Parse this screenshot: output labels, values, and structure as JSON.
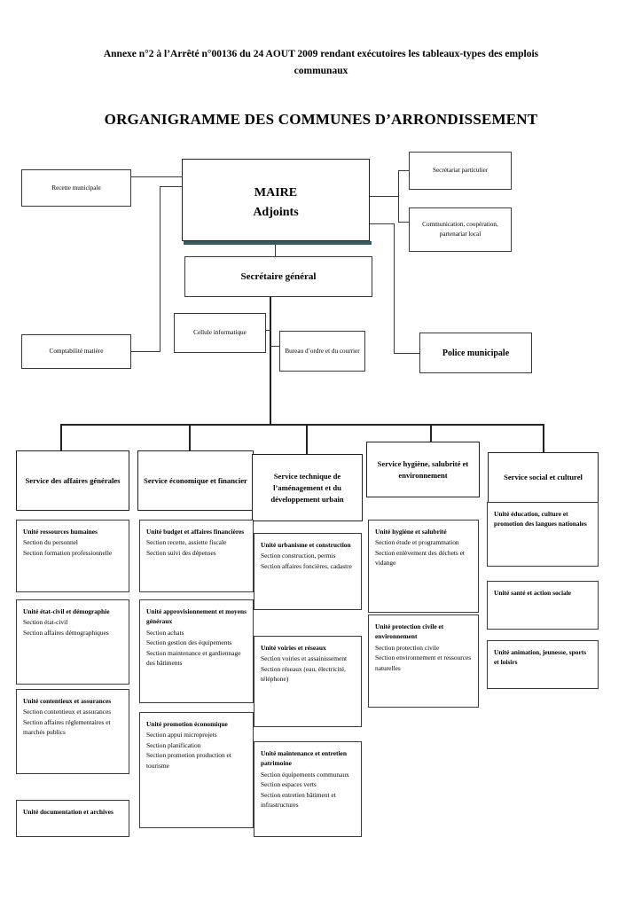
{
  "document": {
    "subtitle": "Annexe n°2 à l’Arrêté n°00136 du 24 AOUT 2009 rendant exécutoires les tableaux-types des emplois communaux",
    "title": "ORGANIGRAMME DES COMMUNES D’ARRONDISSEMENT"
  },
  "colors": {
    "shadow_teal": "#2e5c61",
    "box_border": "#3a3a3a",
    "text": "#000000",
    "page_background": "#ffffff"
  },
  "top": {
    "maire": "MAIRE",
    "adjoints": "Adjoints",
    "recette_municipale": "Recette municipale",
    "secretariat_particulier": "Secrétariat particulier",
    "communication": "Communication, coopération, partenariat local",
    "secretaire_general": "Secrétaire général",
    "cellule_informatique": "Cellule informatique",
    "bureau_ordre": "Bureau d’ordre et du courrier",
    "comptabilite_matiere": "Comptabilité matière",
    "police_municipale": "Police municipale"
  },
  "services": [
    {
      "name": "Service des affaires générales"
    },
    {
      "name": "Service économique et financier"
    },
    {
      "name": "Service technique de l’aménagement et du développement urbain"
    },
    {
      "name": "Service hygiène, salubrité et environnement"
    },
    {
      "name": "Service social et culturel"
    }
  ],
  "units": {
    "affaires_generales": [
      {
        "title": "Unité ressources humaines",
        "sections": [
          "Section du personnel",
          "Section formation professionnelle"
        ]
      },
      {
        "title": "Unité état-civil et démographie",
        "sections": [
          "Section état-civil",
          "Section affaires démographiques"
        ]
      },
      {
        "title": "Unité contentieux et assurances",
        "sections": [
          "Section contentieux et assurances",
          "Section affaires réglementaires et marchés publics"
        ]
      },
      {
        "title": "Unité documentation et archives",
        "sections": []
      }
    ],
    "economique_financier": [
      {
        "title": "Unité budget et affaires financières",
        "sections": [
          "Section recette, assiette fiscale",
          "Section suivi des dépenses"
        ]
      },
      {
        "title": "Unité approvisionnement et moyens généraux",
        "sections": [
          "Section achats",
          "Section gestion des équipements",
          "Section maintenance et gardiennage des bâtiments"
        ]
      },
      {
        "title": "Unité promotion économique",
        "sections": [
          "Section appui microprojets",
          "Section planification",
          "Section promotion production et tourisme"
        ]
      }
    ],
    "technique_urbain": [
      {
        "title": "Unité urbanisme et construction",
        "sections": [
          "Section construction, permis",
          "Section affaires foncières, cadastre"
        ]
      },
      {
        "title": "Unité voiries et réseaux",
        "sections": [
          "Section voiries et assainissement",
          "Section réseaux (eau, électricité, téléphone)"
        ]
      },
      {
        "title": "Unité maintenance et entretien patrimoine",
        "sections": [
          "Section équipements communaux",
          "Section espaces verts",
          "Section entretien bâtiment et infrastructures"
        ]
      }
    ],
    "hygiene_environnement": [
      {
        "title": "Unité hygiène et salubrité",
        "sections": [
          "Section étude et programmation",
          "Section enlèvement des déchets et vidange"
        ]
      },
      {
        "title": "Unité protection civile et environnement",
        "sections": [
          "Section protection civile",
          "Section environnement et ressources naturelles"
        ]
      }
    ],
    "social_culturel": [
      {
        "title": "Unité éducation, culture et promotion des langues nationales",
        "sections": []
      },
      {
        "title": "Unité santé et action sociale",
        "sections": []
      },
      {
        "title": "Unité animation, jeunesse, sports et loisirs",
        "sections": []
      }
    ]
  }
}
